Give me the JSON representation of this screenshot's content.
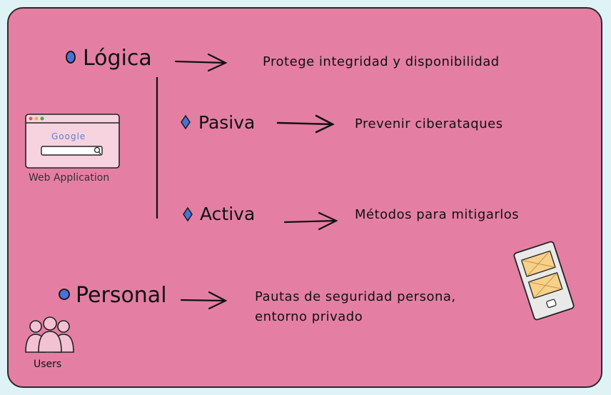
{
  "nodes": {
    "logica": {
      "label": "Lógica",
      "desc": "Protege integridad y disponibilidad"
    },
    "pasiva": {
      "label": "Pasiva",
      "desc": "Prevenir ciberataques"
    },
    "activa": {
      "label": "Activa",
      "desc": "Métodos para mitigarlos"
    },
    "personal": {
      "label": "Personal",
      "desc_line1": "Pautas de seguridad persona,",
      "desc_line2": "entorno privado"
    }
  },
  "illustrations": {
    "web_app": {
      "search_logo": "Google",
      "caption": "Web Application",
      "icon": "browser-window-icon"
    },
    "users": {
      "caption": "Users",
      "icon": "users-group-icon"
    },
    "tablet": {
      "icon": "tablet-icon"
    }
  },
  "colors": {
    "board": "#e47fa3",
    "bullet_circle": "#4a72d6",
    "bullet_diamond": "#4a72d6",
    "ink": "#111111"
  }
}
